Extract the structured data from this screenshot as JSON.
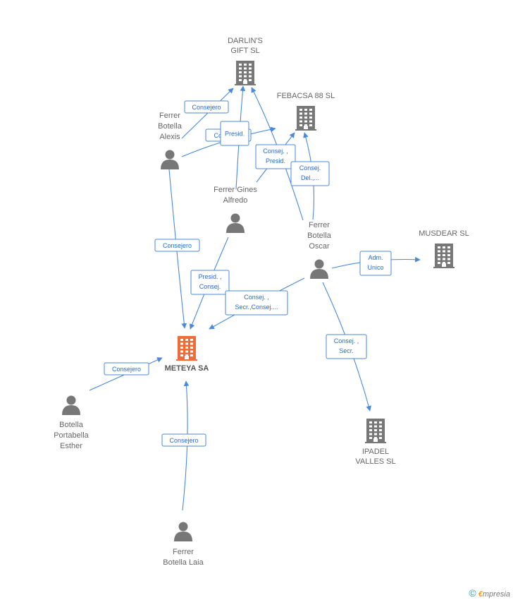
{
  "nodes": [
    {
      "id": "darlins",
      "type": "company",
      "lines": [
        "DARLIN'S",
        "GIFT SL"
      ],
      "color": "#777777"
    },
    {
      "id": "febacsa",
      "type": "company",
      "lines": [
        "FEBACSA 88  SL"
      ],
      "color": "#777777"
    },
    {
      "id": "musdear",
      "type": "company",
      "lines": [
        "MUSDEAR SL"
      ],
      "color": "#777777"
    },
    {
      "id": "meteya",
      "type": "company",
      "lines": [
        "METEYA SA"
      ],
      "color": "#f06a3a",
      "main": true
    },
    {
      "id": "ipadel",
      "type": "company",
      "lines": [
        "IPADEL",
        "VALLES SL"
      ],
      "color": "#777777"
    },
    {
      "id": "alexis",
      "type": "person",
      "lines": [
        "Ferrer",
        "Botella",
        "Alexis"
      ],
      "color": "#777777"
    },
    {
      "id": "alfredo",
      "type": "person",
      "lines": [
        "Ferrer Gines",
        "Alfredo"
      ],
      "color": "#777777"
    },
    {
      "id": "oscar",
      "type": "person",
      "lines": [
        "Ferrer",
        "Botella",
        "Oscar"
      ],
      "color": "#777777"
    },
    {
      "id": "esther",
      "type": "person",
      "lines": [
        "Botella",
        "Portabella",
        "Esther"
      ],
      "color": "#777777"
    },
    {
      "id": "laia",
      "type": "person",
      "lines": [
        "Ferrer",
        "Botella Laia"
      ],
      "color": "#777777"
    }
  ],
  "edges": [
    {
      "id": "e1",
      "from": "alexis",
      "to": "darlins",
      "lines": [
        "Consejero"
      ]
    },
    {
      "id": "e2",
      "from": "alexis",
      "to": "febacsa",
      "lines": [
        "Consejero"
      ]
    },
    {
      "id": "e3",
      "from": "alexis",
      "to": "meteya",
      "lines": [
        "Consejero"
      ]
    },
    {
      "id": "e4",
      "from": "alfredo",
      "to": "darlins",
      "lines": [
        "Presid."
      ]
    },
    {
      "id": "e5",
      "from": "alfredo",
      "to": "febacsa",
      "lines": [
        "Consej. ,",
        "Presid."
      ]
    },
    {
      "id": "e6",
      "from": "alfredo",
      "to": "meteya",
      "lines": [
        "Presid. ,",
        "Consej."
      ]
    },
    {
      "id": "e7",
      "from": "oscar",
      "to": "darlins",
      "lines": [
        "Consej. ,",
        "Presid."
      ]
    },
    {
      "id": "e8",
      "from": "oscar",
      "to": "febacsa",
      "lines": [
        "Consej.",
        "Del.,..."
      ]
    },
    {
      "id": "e9",
      "from": "oscar",
      "to": "musdear",
      "lines": [
        "Adm.",
        "Unico"
      ]
    },
    {
      "id": "e10",
      "from": "oscar",
      "to": "meteya",
      "lines": [
        "Consej. ,",
        "Secr.,Consej...."
      ]
    },
    {
      "id": "e11",
      "from": "oscar",
      "to": "ipadel",
      "lines": [
        "Consej. ,",
        "Secr."
      ]
    },
    {
      "id": "e12",
      "from": "esther",
      "to": "meteya",
      "lines": [
        "Consejero"
      ]
    },
    {
      "id": "e13",
      "from": "laia",
      "to": "meteya",
      "lines": [
        "Consejero"
      ]
    }
  ],
  "footer": {
    "copyright": "©",
    "brand_initial": "€",
    "brand_rest": "mpresia"
  },
  "colors": {
    "edge": "#4a8ad8",
    "edge_text": "#2b6cc4",
    "main_company": "#f06a3a",
    "node": "#777777"
  }
}
